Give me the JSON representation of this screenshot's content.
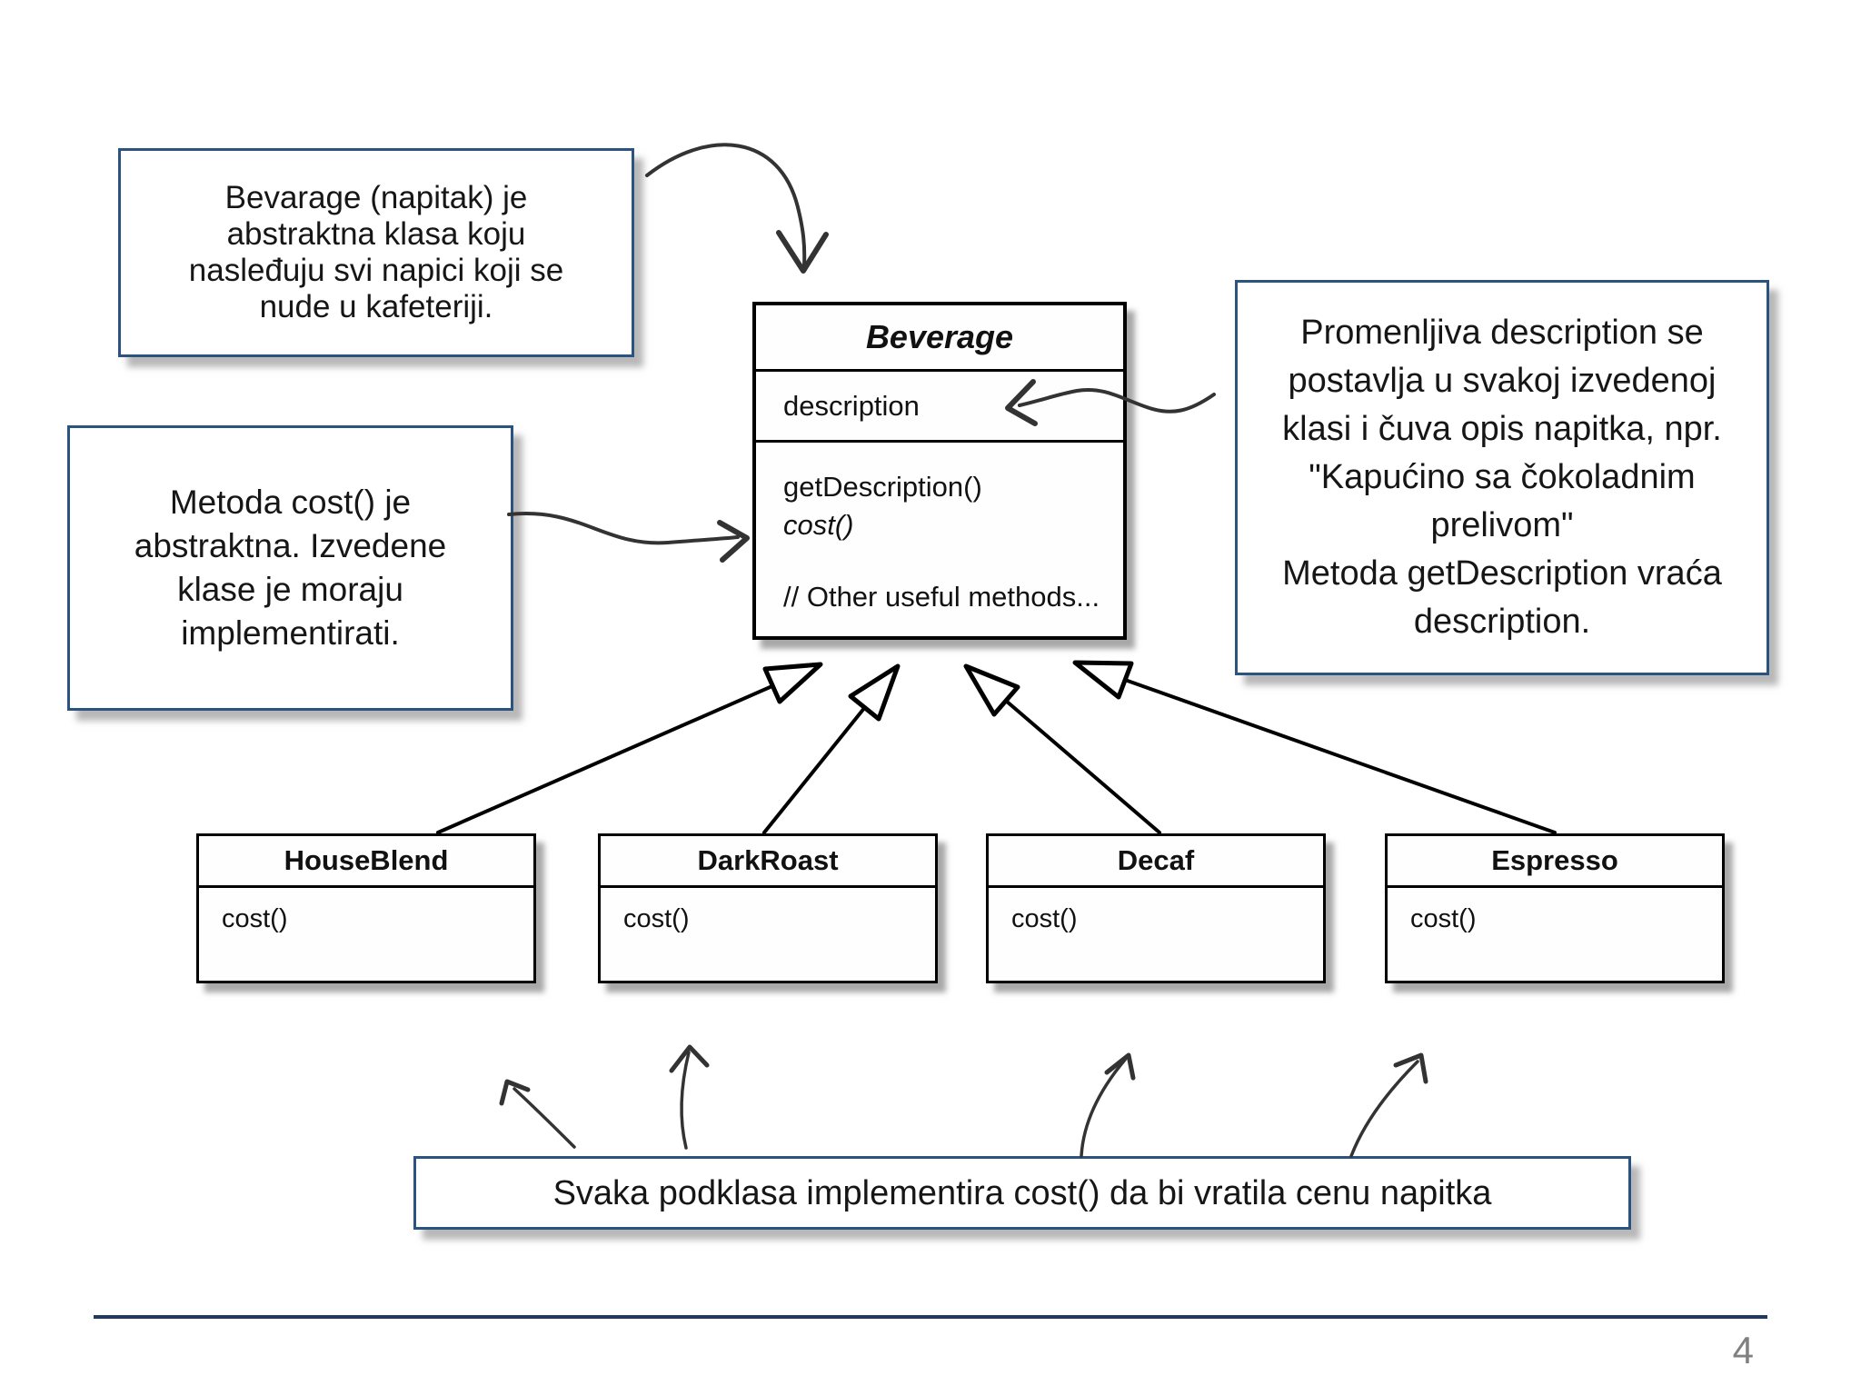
{
  "page": {
    "number": "4"
  },
  "notes": {
    "top_left": "Bevarage (napitak) je\nabstraktna klasa koju\nnasleđuju svi napici koji se\nnude u kafeteriji.",
    "left": "Metoda cost() je\nabstraktna. Izvedene\nklase je moraju\nimplementirati.",
    "right": "Promenljiva description se\npostavlja u svakoj izvedenoj\nklasi i čuva opis napitka, npr.\n\"Kapućino sa čokoladnim\nprelivom\"\nMetoda getDescription vraća\ndescription.",
    "bottom": "Svaka podklasa implementira cost() da bi vratila cenu napitka"
  },
  "uml": {
    "beverage": {
      "name": "Beverage",
      "attributes": [
        "description"
      ],
      "methods": [
        "getDescription()",
        "cost()"
      ],
      "comment": "// Other useful methods..."
    },
    "subclasses": [
      {
        "name": "HouseBlend",
        "methods": [
          "cost()"
        ]
      },
      {
        "name": "DarkRoast",
        "methods": [
          "cost()"
        ]
      },
      {
        "name": "Decaf",
        "methods": [
          "cost()"
        ]
      },
      {
        "name": "Espresso",
        "methods": [
          "cost()"
        ]
      }
    ]
  },
  "colors": {
    "note_border": "#2b5380",
    "uml_border": "#000000",
    "footer_line": "#203864",
    "page_number": "#808080",
    "arrow": "#333333"
  }
}
